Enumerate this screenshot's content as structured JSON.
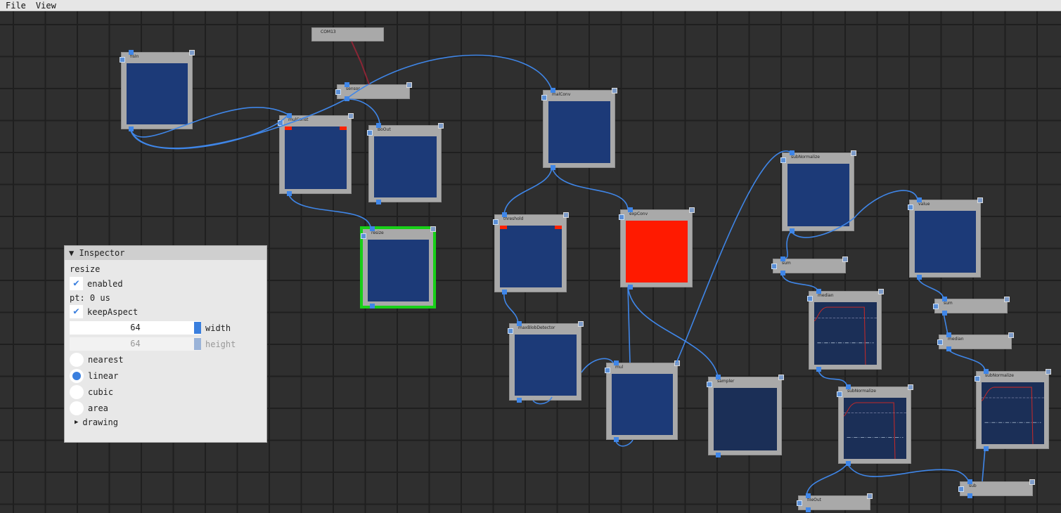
{
  "menu": [
    "File",
    "View"
  ],
  "nodes": [
    "flsIn",
    "COM13",
    "sensor",
    "mulConst",
    "BoOut",
    "resize",
    "malConv",
    "threshold",
    "expConv",
    "maxBlobDetector",
    "mul",
    "sampler",
    "subNormalize",
    "sum",
    "median",
    "subNormalize",
    "value",
    "sum",
    "median",
    "subNormalize",
    "sub",
    "fileOut"
  ],
  "colors": {
    "accent": "#3f86e8",
    "selected": "#18d018",
    "view": "#1c3a78",
    "alert": "#ff1a00"
  },
  "inspector": {
    "title": "Inspector",
    "node": "resize",
    "enabled": "enabled",
    "pt": "pt: 0 us",
    "keepAspect": "keepAspect",
    "width_value": "64",
    "width_label": "width",
    "height_value": "64",
    "height_label": "height",
    "options": [
      "nearest",
      "linear",
      "cubic",
      "area"
    ],
    "selected": "linear",
    "drawing": "drawing"
  }
}
